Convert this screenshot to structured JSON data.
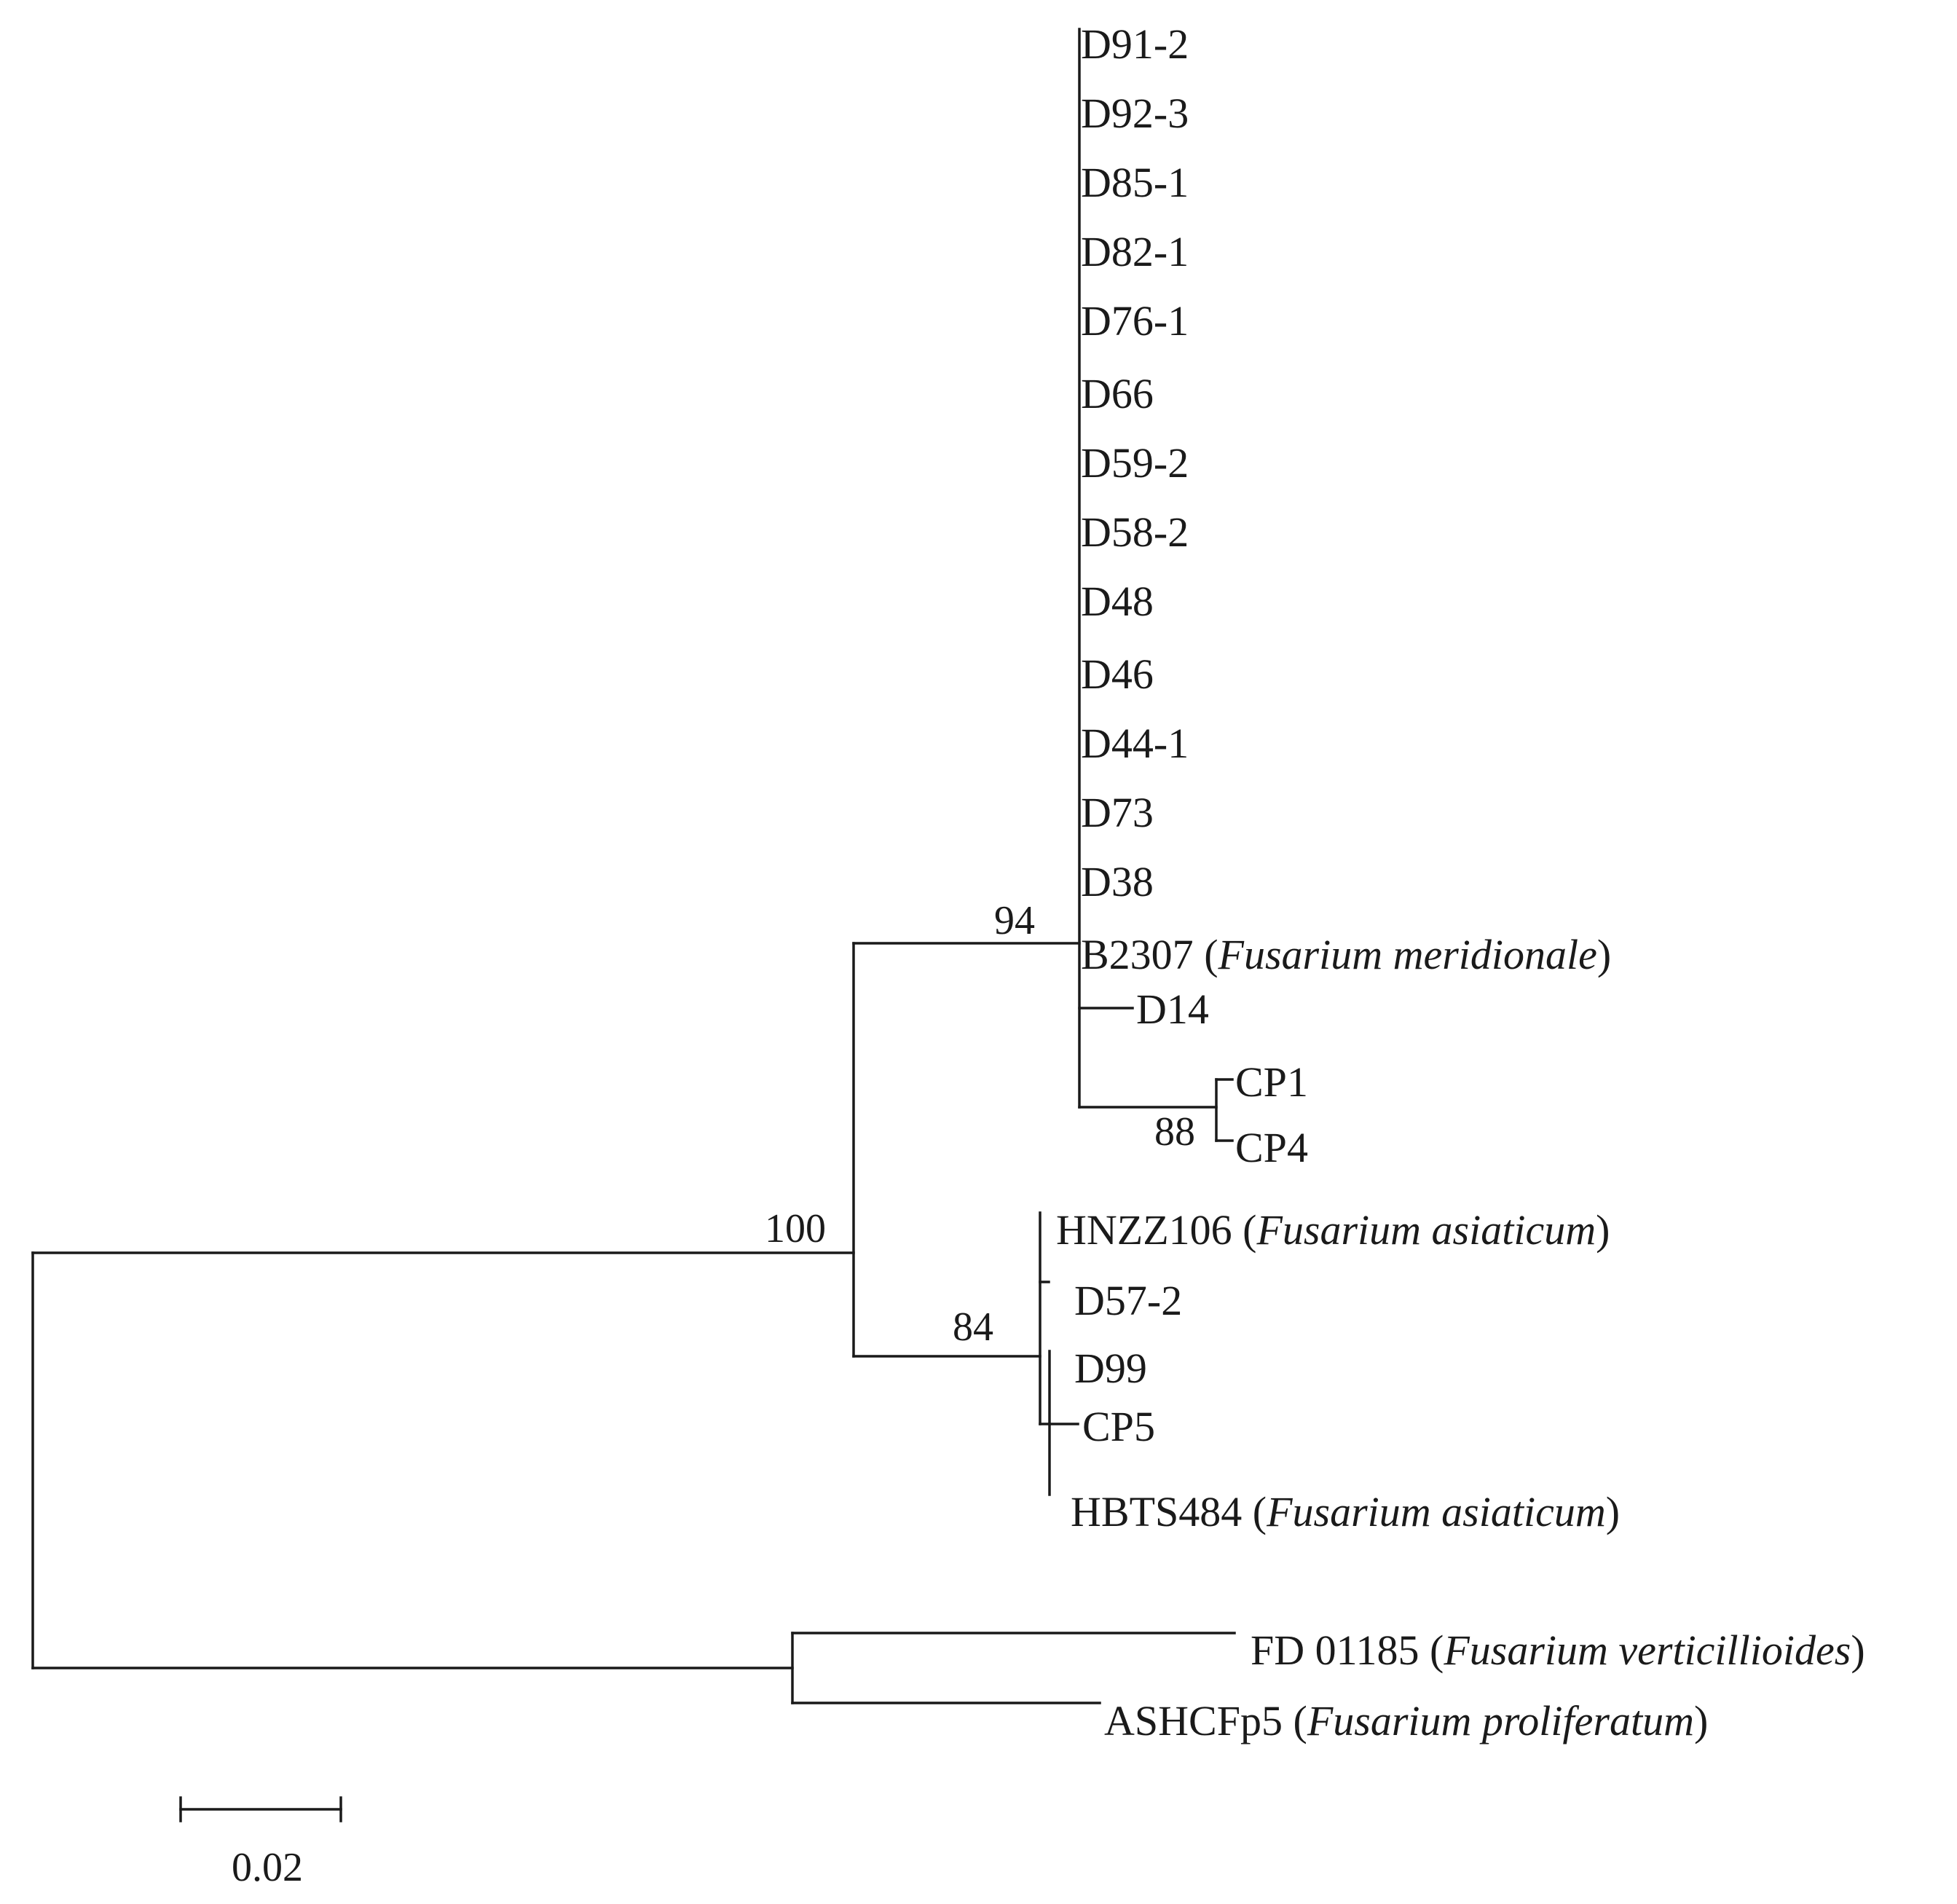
{
  "figure": {
    "taxa": [
      {
        "id": "D91-2"
      },
      {
        "id": "D92-3"
      },
      {
        "id": "D85-1"
      },
      {
        "id": "D82-1"
      },
      {
        "id": "D76-1"
      },
      {
        "id": "D66"
      },
      {
        "id": "D59-2"
      },
      {
        "id": "D58-2"
      },
      {
        "id": "D48"
      },
      {
        "id": "D46"
      },
      {
        "id": "D44-1"
      },
      {
        "id": "D73"
      },
      {
        "id": "D38"
      },
      {
        "id": "B2307",
        "species": "Fusarium meridionale"
      },
      {
        "id": "D14"
      },
      {
        "id": "CP1"
      },
      {
        "id": "CP4"
      },
      {
        "id": "HNZZ106",
        "species": "Fusarium asiaticum"
      },
      {
        "id": "D57-2"
      },
      {
        "id": "D99"
      },
      {
        "id": "CP5"
      },
      {
        "id": "HBTS484",
        "species": "Fusarium asiaticum"
      },
      {
        "id": "FD 01185",
        "species": "Fusarium verticillioides"
      },
      {
        "id": "ASHCFp5",
        "species": "Fusarium proliferatum"
      }
    ],
    "bootstrap": {
      "meridionale_clade": "94",
      "cp1_cp4": "88",
      "graminearum_complex": "100",
      "asiaticum_clade": "84"
    },
    "scale_bar": {
      "label": "0.02",
      "length": 0.02
    }
  }
}
